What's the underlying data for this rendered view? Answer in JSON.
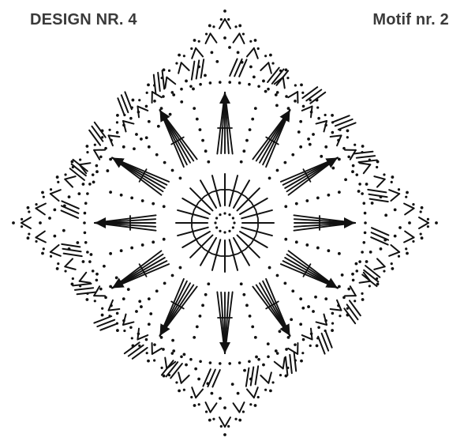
{
  "header": {
    "left_title": "DESIGN NR. 4",
    "right_title": "Motif nr. 2"
  },
  "chart": {
    "ink_color": "#111111",
    "background": "#ffffff",
    "symbols": [
      "chain-dot",
      "single-crochet-v",
      "double-crochet-stitch",
      "treble-crochet-stitch",
      "cluster-fan"
    ]
  }
}
